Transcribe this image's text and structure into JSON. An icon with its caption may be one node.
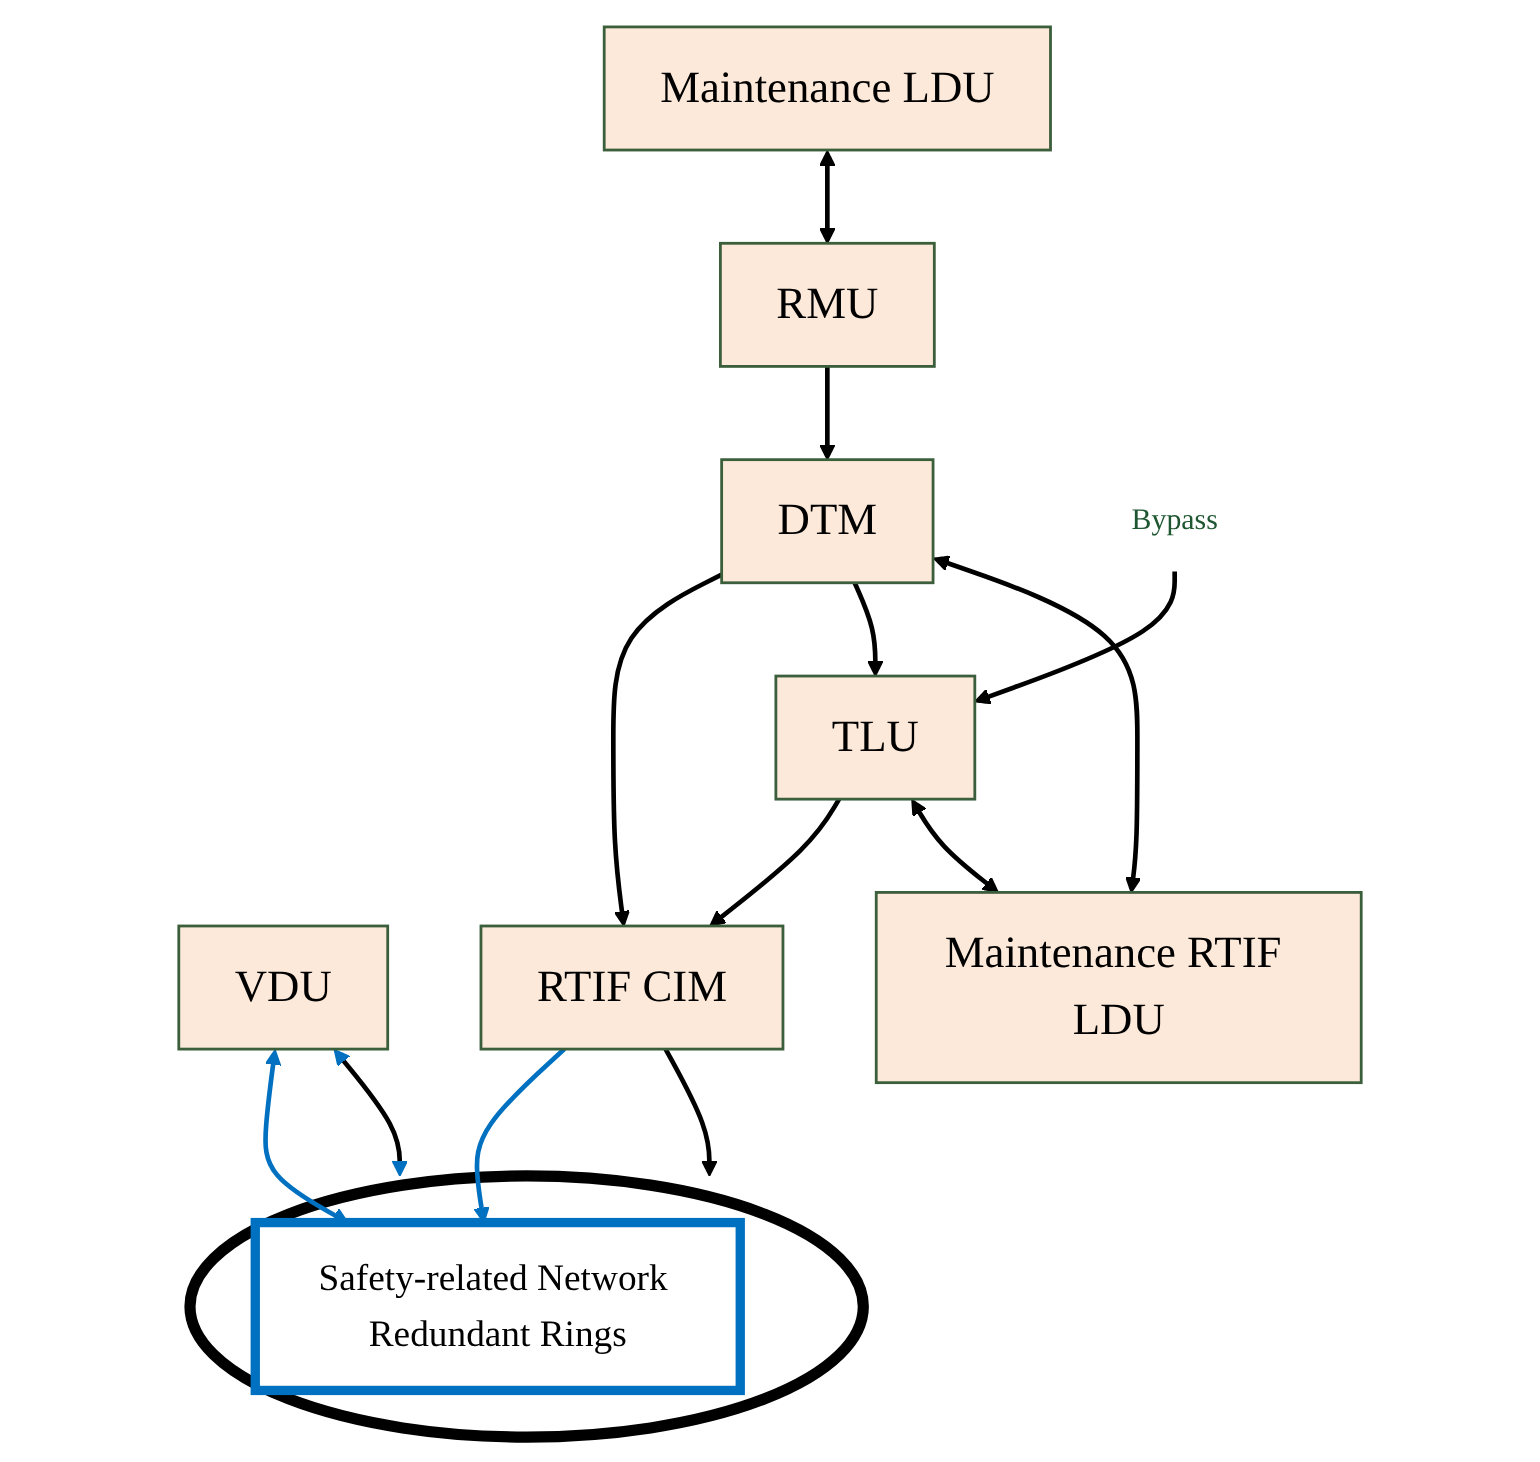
{
  "diagram": {
    "nodes": [
      {
        "text": [
          "Maintenance LDU"
        ]
      },
      {
        "text": [],
        "shape": "ellipse"
      },
      {
        "text": [
          "Safety-related Network Redundant Rings"
        ],
        "in": 1
      },
      {
        "text": [
          "RMU"
        ]
      },
      {
        "text": [
          "VDU"
        ]
      },
      {
        "text": [
          "DTM"
        ]
      },
      {
        "text": [
          "RTIF CIM"
        ]
      },
      {
        "text": [
          "Bypass"
        ]
      },
      {
        "text": [
          "TLU"
        ]
      },
      {
        "text": [
          "Maintenance RTIF LDU"
        ]
      }
    ],
    "edges": [
      {
        "from": 0,
        "to": 3,
        "arrow": "both"
      },
      {
        "from": 3,
        "to": 5,
        "arrow": "to"
      },
      {
        "from": 5,
        "to": 6,
        "arrow": "to"
      },
      {
        "from": 5,
        "to": 8,
        "arrow": "to"
      },
      {
        "from": 7,
        "to": 8,
        "arrow": "to"
      },
      {
        "from": 8,
        "to": 6,
        "arrow": "to"
      },
      {
        "from": 8,
        "to": 9,
        "arrow": "both"
      },
      {
        "from": 5,
        "to": 9,
        "arrow": "both"
      },
      {
        "from": 6,
        "to": 1,
        "arrow": "to"
      },
      {
        "from": 6,
        "to": 2,
        "arrow": "to",
        "color": "#0070c0"
      },
      {
        "from": 4,
        "to": 1,
        "arrow": "both"
      },
      {
        "from": 4,
        "to": 2,
        "arrow": "both",
        "color": "#0070c0"
      }
    ]
  }
}
